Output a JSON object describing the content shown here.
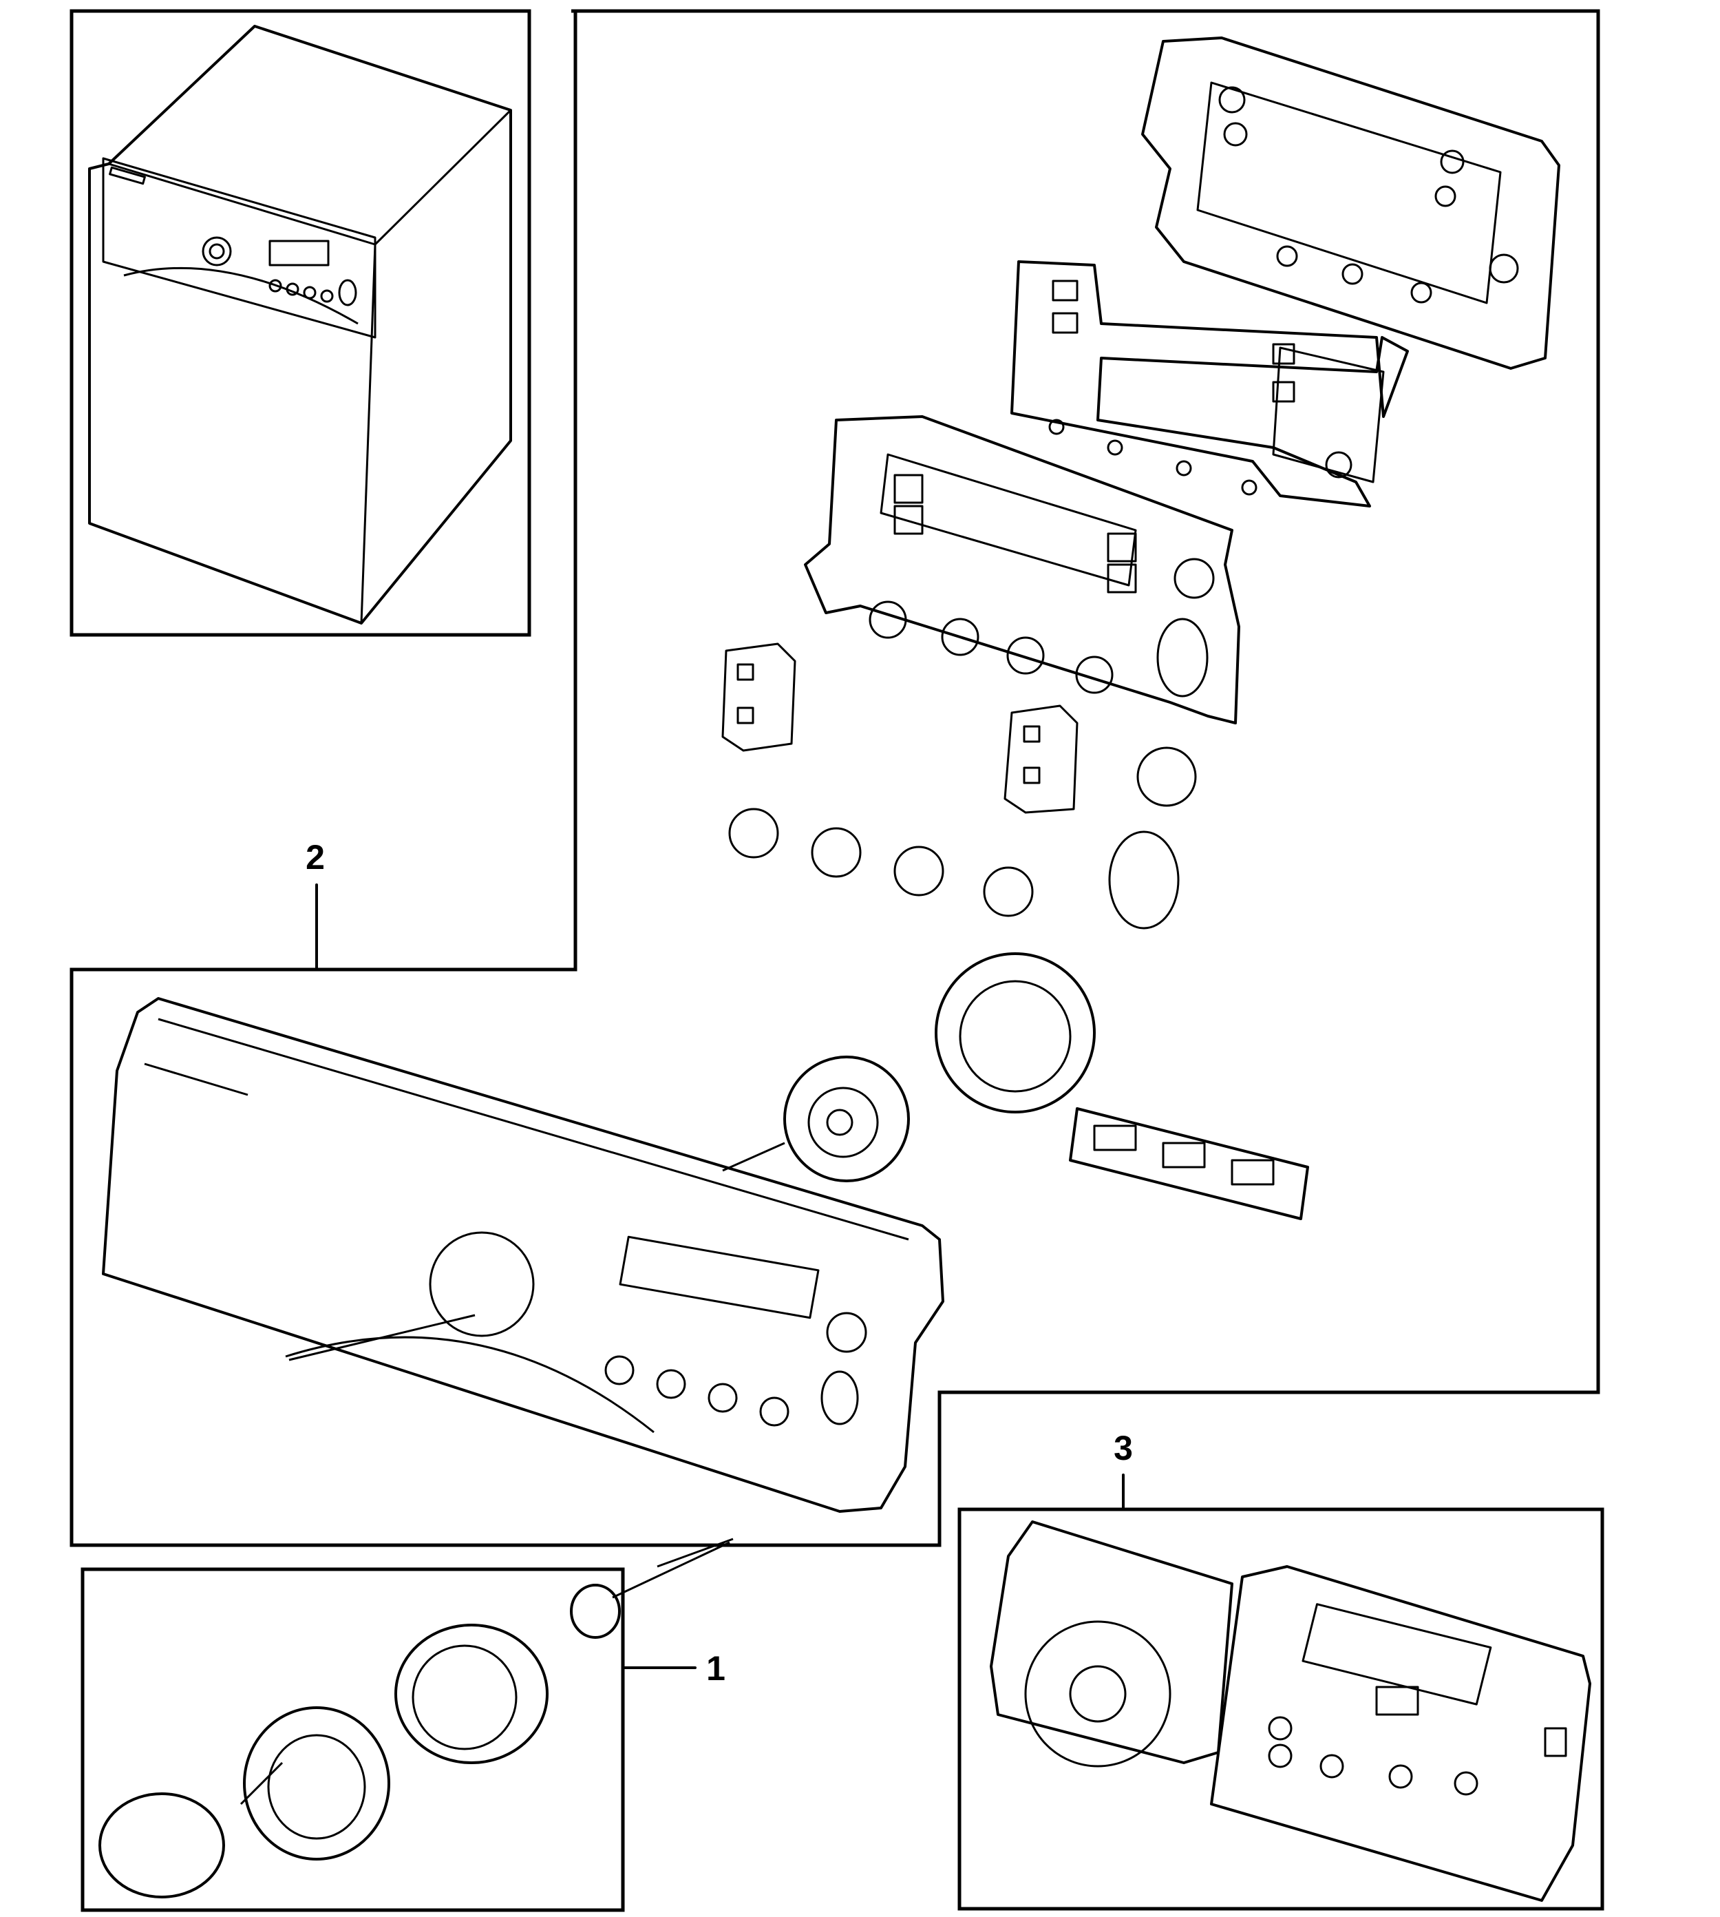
{
  "callouts": {
    "item1": "1",
    "item2": "2",
    "item3": "3"
  },
  "parts": {
    "appliance": "washer-overview",
    "control_panel": "control-panel-assembly",
    "knob_assembly": "selector-knob-assembly",
    "pcb_assembly": "main-pcb-assembly"
  },
  "colors": {
    "line": "#000000",
    "background": "#ffffff"
  }
}
